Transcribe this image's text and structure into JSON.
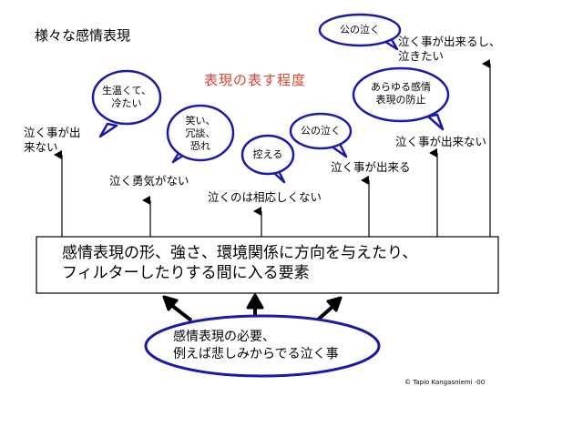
{
  "title": "様々な感情表現",
  "subtitle": "表現の表す程度",
  "bubbles": [
    "生温くて、\n冷たい",
    "笑い、\n冗談、\n恐れ",
    "控える",
    "公の泣く",
    "あらゆる感情\n表現の防止",
    "公の泣く"
  ],
  "labels": [
    "泣く事が出\n来ない",
    "泣く勇気がない",
    "泣くのは相応しくない",
    "泣く事が出来る",
    "泣く事が出来ない",
    "泣く事が出来るし、\n泣きたい"
  ],
  "filter_box": "感情表現の形、強さ、環境関係に方向を与えたり、\nフィルターしたりする間に入る要素",
  "source_ellipse": "感情表現の必要、\n例えば悲しみからでる泣く事",
  "copyright": "© Tapio Kangasniemi -00"
}
